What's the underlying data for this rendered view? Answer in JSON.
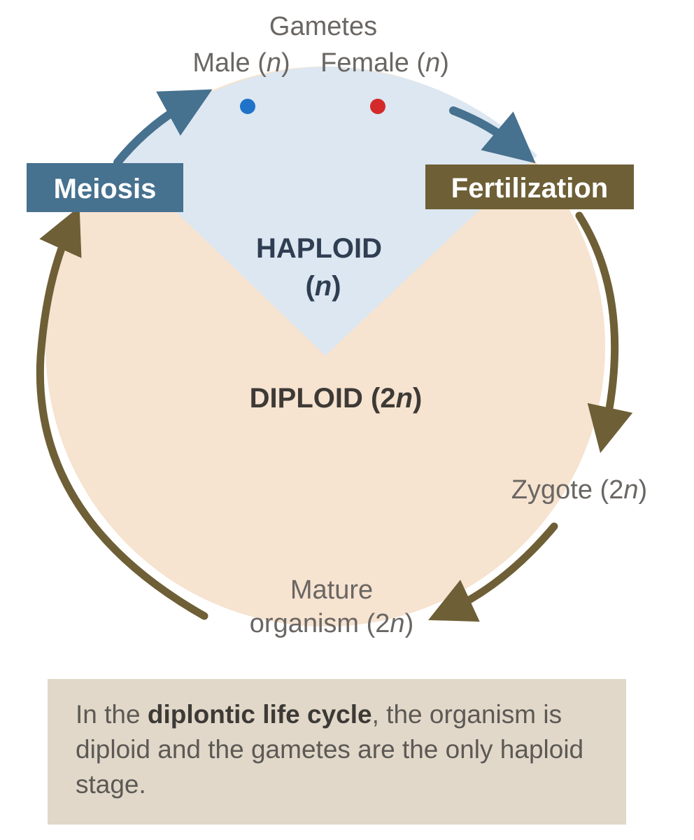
{
  "labels": {
    "gametes": "Gametes",
    "male_prefix": "Male (",
    "female_prefix": "Female (",
    "n": "n",
    "close_paren": ")",
    "haploid_title": "HAPLOID",
    "haploid_sub_open": "(",
    "diploid_prefix": "DIPLOID (2",
    "zygote_prefix": "Zygote (2",
    "mature_line1": "Mature",
    "mature_line2_prefix": "organism (2"
  },
  "boxes": {
    "meiosis": "Meiosis",
    "fertilization": "Fertilization"
  },
  "caption": {
    "before": "In the ",
    "bold": "diplontic life cycle",
    "after": ", the organism is diploid and the gametes are the only haploid stage."
  },
  "colors": {
    "diploid_fill": "#f6e3d0",
    "haploid_fill": "#dce7f1",
    "meiosis_blue": "#46718f",
    "fertilization_olive": "#6e5f36",
    "male_gamete": "#1f73c8",
    "female_gamete": "#d42a2a"
  }
}
